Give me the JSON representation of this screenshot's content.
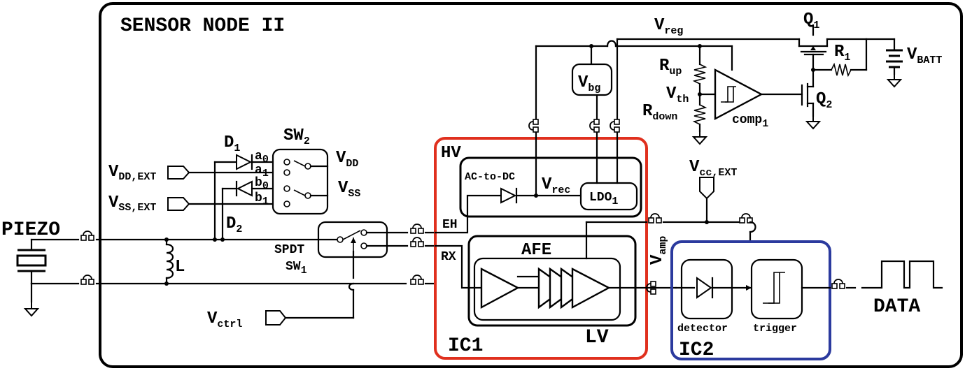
{
  "title": "SENSOR NODE II",
  "colors": {
    "ic1_border": "#e0301e",
    "ic2_border": "#2b3a9e",
    "outline": "#000000"
  },
  "labels": {
    "piezo": "PIEZO",
    "inductor": "L",
    "d1": {
      "main": "D",
      "sub": "1"
    },
    "d2": {
      "main": "D",
      "sub": "2"
    },
    "sw2": {
      "main": "SW",
      "sub": "2"
    },
    "a0": {
      "main": "a",
      "sub": "0"
    },
    "a1": {
      "main": "a",
      "sub": "1"
    },
    "b0": {
      "main": "b",
      "sub": "0"
    },
    "b1": {
      "main": "b",
      "sub": "1"
    },
    "vdd_ext": {
      "main": "V",
      "sub": "DD,EXT"
    },
    "vss_ext": {
      "main": "V",
      "sub": "SS,EXT"
    },
    "vdd": {
      "main": "V",
      "sub": "DD"
    },
    "vss": {
      "main": "V",
      "sub": "SS"
    },
    "spdt": "SPDT",
    "sw1": {
      "main": "SW",
      "sub": "1"
    },
    "vctrl": {
      "main": "V",
      "sub": "ctrl"
    },
    "hv": "HV",
    "lv": "LV",
    "ac_dc": "AC-to-DC",
    "vrec": {
      "main": "V",
      "sub": "rec"
    },
    "ldo1": {
      "main": "LDO",
      "sub": "1"
    },
    "eh": "EH",
    "rx": "RX",
    "afe": "AFE",
    "ic1": "IC1",
    "ic2": "IC2",
    "vamp": {
      "main": "V",
      "sub": "amp"
    },
    "vcc_ext": {
      "main": "V",
      "sub": "cc,EXT"
    },
    "detector": "detector",
    "trigger": "trigger",
    "data": "DATA",
    "vbg": {
      "main": "V",
      "sub": "bg"
    },
    "vreg": {
      "main": "V",
      "sub": "reg"
    },
    "rup": {
      "main": "R",
      "sub": "up"
    },
    "vth": {
      "main": "V",
      "sub": "th"
    },
    "rdown": {
      "main": "R",
      "sub": "down"
    },
    "comp1": {
      "main": "comp",
      "sub": "1"
    },
    "q1": {
      "main": "Q",
      "sub": "1"
    },
    "q2": {
      "main": "Q",
      "sub": "2"
    },
    "r1": {
      "main": "R",
      "sub": "1"
    },
    "vbatt": {
      "main": "V",
      "sub": "BATT"
    }
  }
}
